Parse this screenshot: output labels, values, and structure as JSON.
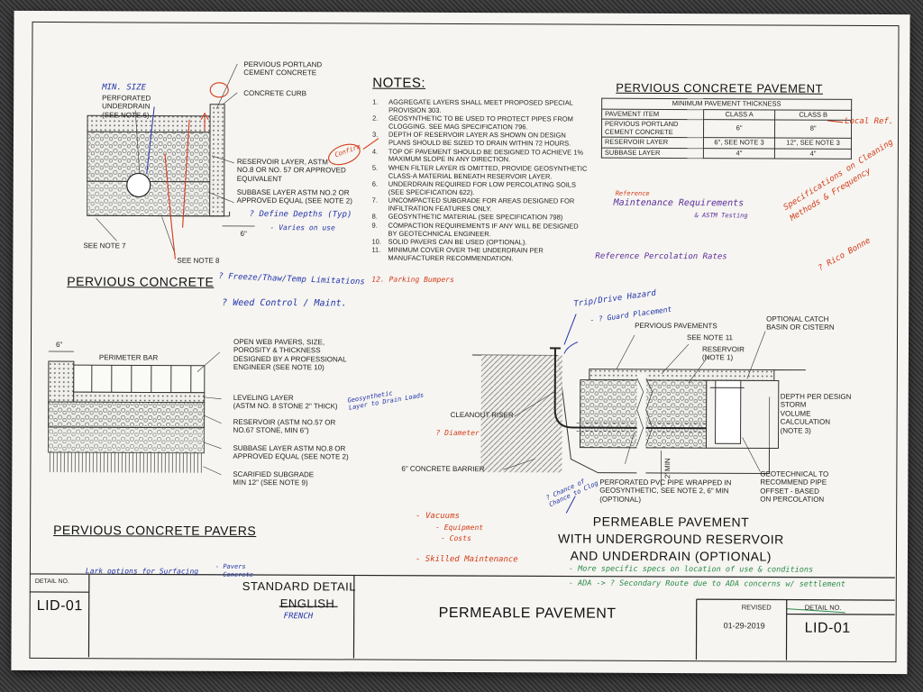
{
  "title_block": {
    "detail_no_label": "DETAIL NO.",
    "detail_no": "LID-01",
    "standard_detail": "STANDARD DETAIL",
    "language": "ENGLISH",
    "language_handwritten": "FRENCH",
    "sheet_title": "PERMEABLE PAVEMENT",
    "revised_label": "REVISED",
    "revised_date": "01-29-2019",
    "detail_no_label_right": "DETAIL NO.",
    "detail_no_right": "LID-01"
  },
  "pervious_concrete": {
    "title": "PERVIOUS CONCRETE",
    "label_cement": "PERVIOUS PORTLAND\nCEMENT CONCRETE",
    "label_curb": "CONCRETE CURB",
    "label_underdrain": "PERFORATED\nUNDERDRAIN\n(SEE NOTE 6)",
    "label_reservoir": "RESERVOIR LAYER, ASTM\nNO.8 OR NO. 57 OR APPROVED\nEQUIVALENT",
    "label_subbase": "SUBBASE LAYER ASTM NO.2 OR\nAPPROVED EQUAL (SEE NOTE 2)",
    "label_6in": "6\"",
    "label_note7": "SEE NOTE 7",
    "label_note8": "SEE NOTE 8"
  },
  "notes": {
    "heading": "NOTES:",
    "items": [
      "AGGREGATE LAYERS SHALL MEET PROPOSED SPECIAL\nPROVISION 303.",
      "GEOSYNTHETIC TO BE USED TO PROTECT PIPES FROM\nCLOGGING. SEE MAG SPECIFICATION 796.",
      "DEPTH OF RESERVOIR LAYER AS SHOWN ON DESIGN\nPLANS SHOULD BE SIZED TO DRAIN WITHIN 72 HOURS.",
      "TOP OF PAVEMENT SHOULD BE DESIGNED TO ACHIEVE 1%\nMAXIMUM SLOPE IN ANY DIRECTION.",
      "WHEN FILTER LAYER IS OMITTED, PROVIDE GEOSYNTHETIC\nCLASS-A MATERIAL BENEATH RESERVOIR LAYER.",
      "UNDERDRAIN REQUIRED FOR LOW PERCOLATING SOILS\n(SEE SPECIFICATION 622).",
      "UNCOMPACTED SUBGRADE FOR AREAS DESIGNED FOR\nINFILTRATION FEATURES ONLY.",
      "GEOSYNTHETIC MATERIAL (SEE SPECIFICATION 798)",
      "COMPACTION REQUIREMENTS IF ANY WILL BE DESIGNED\nBY GEOTECHNICAL ENGINEER.",
      "SOLID PAVERS CAN BE USED (OPTIONAL).",
      "MINIMUM COVER OVER THE UNDERDRAIN PER\nMANUFACTURER RECOMMENDATION."
    ]
  },
  "pavement_table": {
    "title": "PERVIOUS CONCRETE PAVEMENT",
    "caption": "MINIMUM PAVEMENT THICKNESS",
    "headers": [
      "PAVEMENT ITEM",
      "CLASS A",
      "CLASS B"
    ],
    "rows": [
      [
        "PERVIOUS PORTLAND\nCEMENT CONCRETE",
        "6\"",
        "8\""
      ],
      [
        "RESERVOIR LAYER",
        "6\", SEE NOTE 3",
        "12\", SEE NOTE 3"
      ],
      [
        "SUBBASE LAYER",
        "4\"",
        "4\""
      ]
    ]
  },
  "pavers": {
    "title": "PERVIOUS CONCRETE PAVERS",
    "label_6in": "6\"",
    "label_perimeter": "PERIMETER BAR",
    "label_open_web": "OPEN WEB PAVERS, SIZE,\nPOROSITY & THICKNESS\nDESIGNED BY A PROFESSIONAL\nENGINEER (SEE NOTE 10)",
    "label_leveling": "LEVELING LAYER\n(ASTM NO. 8 STONE 2\" THICK)",
    "label_reservoir": "RESERVOIR (ASTM NO.57 OR\nNO.67 STONE, MIN 6\")",
    "label_subbase": "SUBBASE LAYER ASTM NO.8 OR\nAPPROVED EQUAL (SEE NOTE 2)",
    "label_subgrade": "SCARIFIED SUBGRADE\nMIN 12\" (SEE NOTE 9)"
  },
  "permeable": {
    "title": "PERMEABLE PAVEMENT\nWITH UNDERGROUND RESERVOIR\nAND UNDERDRAIN (OPTIONAL)",
    "label_pervious": "PERVIOUS PAVEMENTS",
    "label_note11": "SEE NOTE 11",
    "label_reservoir": "RESERVOIR\n(NOTE 1)",
    "label_catch": "OPTIONAL CATCH\nBASIN OR CISTERN",
    "label_depth": "DEPTH PER DESIGN\nSTORM\nVOLUME\nCALCULATION\n(NOTE 3)",
    "label_riser": "CLEANOUT RISER",
    "label_barrier": "6\" CONCRETE BARRIER",
    "label_pipe": "PERFORATED PVC PIPE WRAPPED IN\nGEOSYNTHETIC, SEE NOTE 2, 6\" MIN\n(OPTIONAL)",
    "label_geotech": "GEOTECHNICAL TO\nRECOMMEND PIPE\nOFFSET - BASED\nON PERCOLATION",
    "label_min": "2' MIN"
  },
  "annotations": {
    "min_size": "MIN. SIZE",
    "define_depths": "? Define Depths (Typ)",
    "varies": "- Varies on use",
    "freeze": "? Freeze/Thaw/Temp Limitations",
    "weed": "? Weed Control / Maint.",
    "confirm": "Confirm",
    "local_ref": "Local Ref.",
    "reference": "Reference",
    "maintenance": "Maintenance Requirements",
    "astm_testing": "& ASTM Testing",
    "percolation": "Reference Percolation Rates",
    "specs": "Specifications on Cleaning\nMethods & Frequency",
    "rico": "? Rico Bonne",
    "parking": "12. Parking Bumpers",
    "trip": "Trip/Drive Hazard",
    "guard": "- ? Guard Placement",
    "geosynthetic": "Geosynthetic\nLayer to Drain Loads",
    "diameter": "? Diameter",
    "chance": "? Chance of\nChance to Clog",
    "vacuums": "- Vacuums",
    "equipment": "- Equipment",
    "costs": "- Costs",
    "skilled": "- Skilled Maintenance",
    "lark": "Lark options for Surfacing",
    "pavers_h": "- Pavers",
    "concrete_h": "- Concrete",
    "more_specific": "- More specific specs on location of use & conditions",
    "ada": "- ADA -> ? Secondary Route due to ADA concerns w/ settlement"
  }
}
